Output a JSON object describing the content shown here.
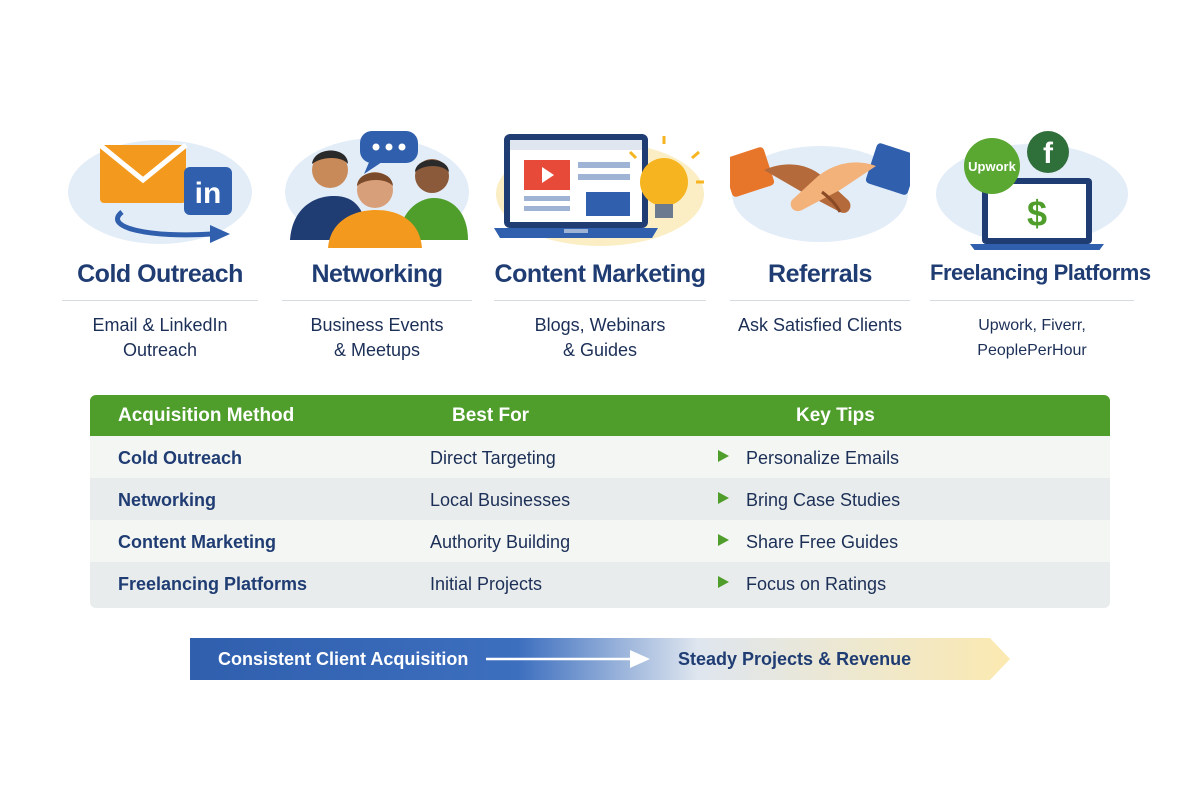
{
  "methods": [
    {
      "title": "Cold Outreach",
      "desc": "Email & LinkedIn\nOutreach",
      "icon_text": "in"
    },
    {
      "title": "Networking",
      "desc": "Business Events\n& Meetups"
    },
    {
      "title": "Content Marketing",
      "desc": "Blogs, Webinars\n& Guides"
    },
    {
      "title": "Referrals",
      "desc": "Ask Satisfied Clients"
    },
    {
      "title": "Freelancing Platforms",
      "desc": "Upwork, Fiverr, PeoplePerHour",
      "badge_upwork": "Upwork",
      "badge_f": "f",
      "dollar": "$"
    }
  ],
  "table": {
    "headers": [
      "Acquisition Method",
      "Best For",
      "Key Tips"
    ],
    "rows": [
      {
        "method": "Cold Outreach",
        "best_for": "Direct Targeting",
        "tip": "Personalize Emails"
      },
      {
        "method": "Networking",
        "best_for": "Local Businesses",
        "tip": "Bring Case Studies"
      },
      {
        "method": "Content Marketing",
        "best_for": "Authority Building",
        "tip": "Share Free Guides"
      },
      {
        "method": "Freelancing Platforms",
        "best_for": "Initial Projects",
        "tip": "Focus on Ratings"
      }
    ]
  },
  "banner": {
    "left": "Consistent Client Acquisition",
    "right": "Steady Projects & Revenue"
  },
  "colors": {
    "navy": "#1f3c73",
    "green": "#4f9e2c",
    "blue": "#2f5fad",
    "orange": "#f39a1e",
    "yellow": "#fbe9b0"
  }
}
